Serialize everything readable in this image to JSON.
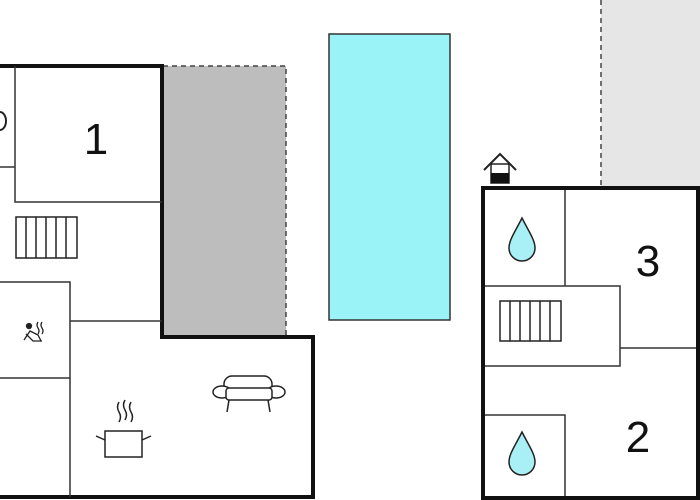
{
  "colors": {
    "wall": "#111111",
    "thin_wall": "#333333",
    "terrace": "#bdbdbd",
    "pool": "#99f3f7",
    "patio": "#e6e6e6",
    "water": "#a8f0f5",
    "dashed": "#444444"
  },
  "rooms": {
    "bedroom_1": {
      "label": "1"
    },
    "bedroom_2": {
      "label": "2"
    },
    "bedroom_3": {
      "label": "3"
    }
  },
  "icons": {
    "stairs": "stairs-icon",
    "sauna": "sauna-icon",
    "kitchen": "cooking-pot-icon",
    "living": "sofa-icon",
    "shower": "water-drop-icon",
    "entrance": "house-entrance-icon"
  }
}
